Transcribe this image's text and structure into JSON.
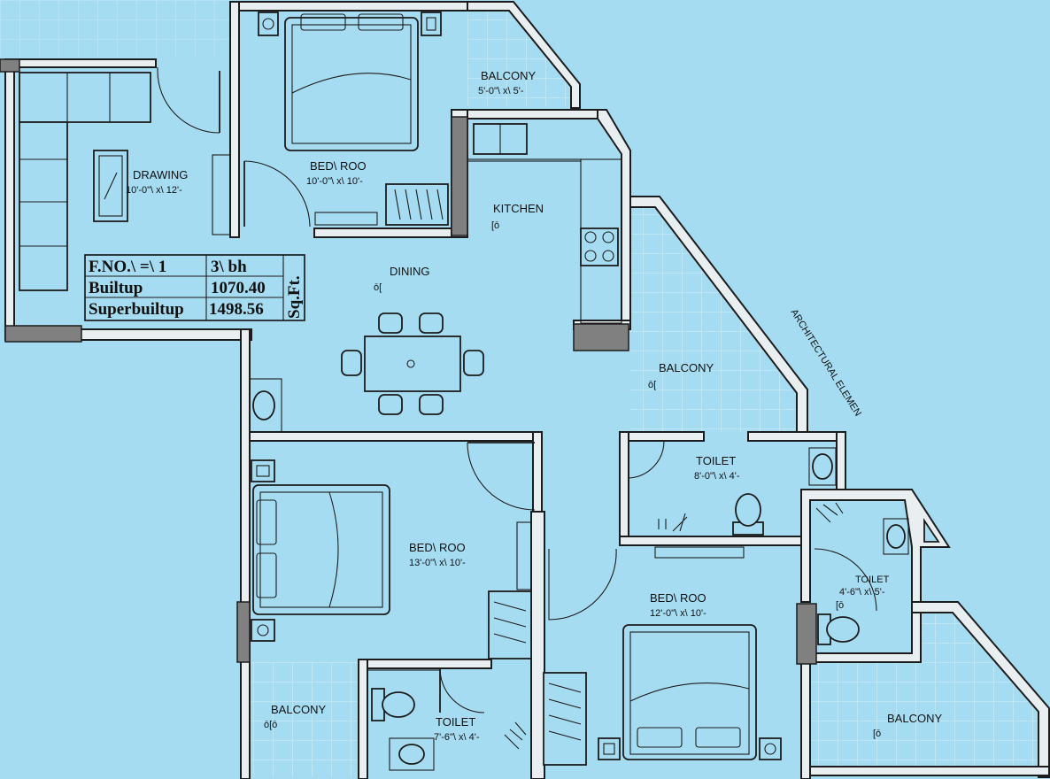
{
  "rooms": {
    "bedroom1": {
      "name": "BED\\ ROO",
      "size": "10'-0\"\\ x\\ 10'-"
    },
    "drawing": {
      "name": "DRAWING",
      "size": "10'-0\"\\ x\\ 12'-"
    },
    "balcony_top": {
      "name": "BALCONY",
      "size": "5'-0\"\\ x\\ 5'-"
    },
    "kitchen": {
      "name": "KITCHEN",
      "code": "[ō"
    },
    "dining": {
      "name": "DINING",
      "code": "ō["
    },
    "balcony_right": {
      "name": "BALCONY",
      "code": "ō["
    },
    "toilet1": {
      "name": "TOILET",
      "size": "8'-0\"\\ x\\ 4'-"
    },
    "toilet2": {
      "name": "TOILET",
      "size": "4'-6\"\\ x\\ 5'-",
      "code": "[ō"
    },
    "bedroom2": {
      "name": "BED\\ ROO",
      "size": "13'-0\"\\ x\\ 10'-"
    },
    "bedroom3": {
      "name": "BED\\ ROO",
      "size": "12'-0\"\\ x\\ 10'-"
    },
    "balcony_bl": {
      "name": "BALCONY",
      "code": "ō[ō"
    },
    "toilet3": {
      "name": "TOILET",
      "size": "7'-6\"\\ x\\ 4'-"
    },
    "balcony_br": {
      "name": "BALCONY",
      "code": "[ō"
    }
  },
  "annotation": "ARCHITECTURAL ELEMEN",
  "info_table": {
    "flat_no_label": "F.NO.\\ =\\ 1",
    "type": "3\\ bh",
    "builtup_label": "Builtup",
    "builtup_value": "1070.40",
    "superbuiltup_label": "Superbuiltup",
    "superbuiltup_value": "1498.56",
    "unit": "Sq.Ft."
  },
  "colors": {
    "background": "#a6dcf2",
    "wall": "#e9eef0",
    "column": "#808080",
    "line": "#1c1c1c"
  }
}
